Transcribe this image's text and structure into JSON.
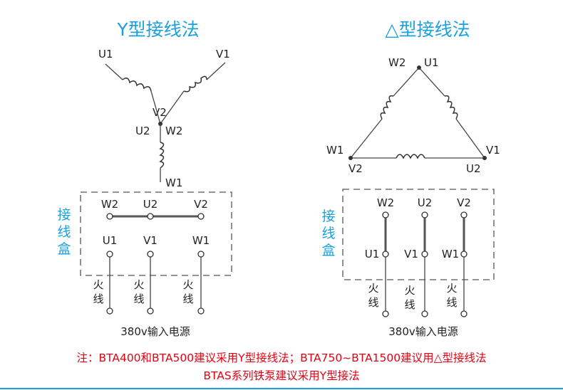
{
  "diagrams": {
    "star": {
      "title": "Y型接线法",
      "winding_labels": {
        "u1": "U1",
        "v1": "V1",
        "v2": "V2",
        "u2": "U2",
        "w2": "W2",
        "w1": "W1"
      },
      "box_top": [
        "W2",
        "U2",
        "V2"
      ],
      "box_bottom": [
        "U1",
        "V1",
        "W1"
      ],
      "box_label": [
        "接",
        "线",
        "盒"
      ],
      "live_wire": [
        "火",
        "线"
      ],
      "supply": "380v输入电源"
    },
    "delta": {
      "title": "△型接线法",
      "corner_labels": {
        "top_w2": "W2",
        "top_u1": "U1",
        "left_w1": "W1",
        "left_v2": "V2",
        "right_v1": "V1",
        "right_u2": "U2"
      },
      "box_top": [
        "W2",
        "U2",
        "V2"
      ],
      "box_bottom": [
        "U1",
        "V1",
        "W1"
      ],
      "box_label": [
        "接",
        "线",
        "盒"
      ],
      "live_wire": [
        "火",
        "线"
      ],
      "supply": "380v输入电源"
    }
  },
  "note": {
    "line1": "注：BTA400和BTA500建议采用Y型接线法；BTA750~BTA1500建议用△型接线法",
    "line2": "BTAS系列铁泵建议采用Y型接法"
  },
  "colors": {
    "title": "#1aa0df",
    "note": "#e60012",
    "line": "#444444"
  }
}
